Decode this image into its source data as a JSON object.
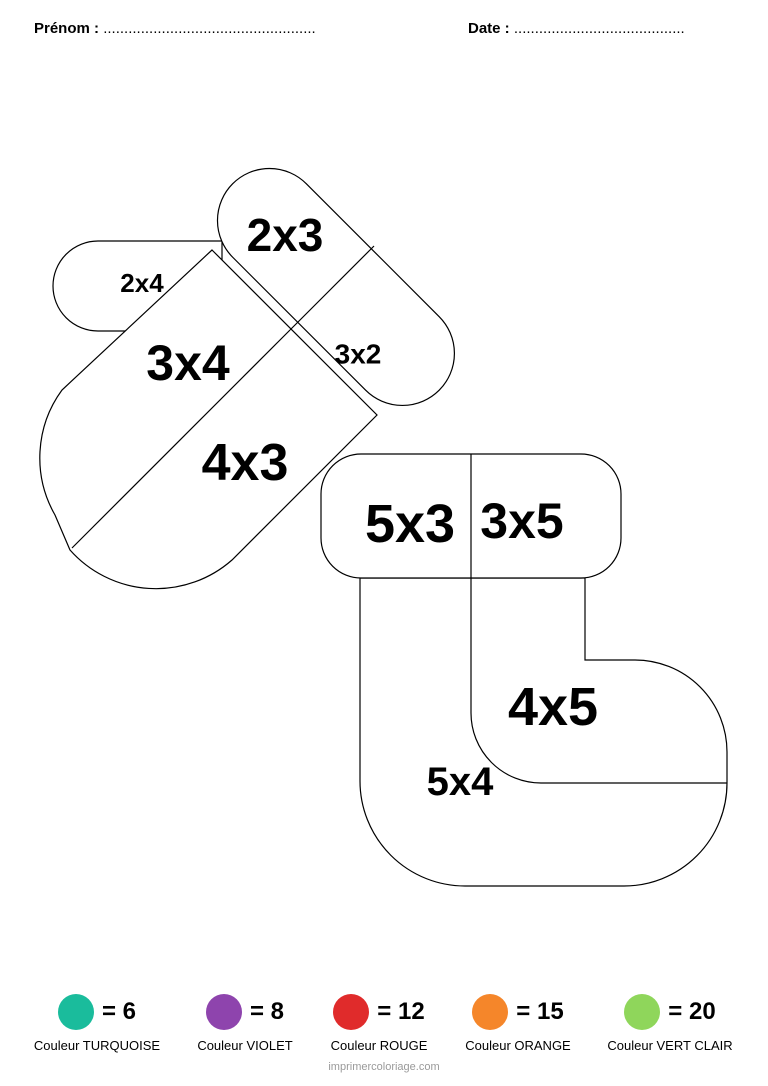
{
  "header": {
    "name_label": "Prénom :",
    "name_dots": "...................................................",
    "date_label": "Date :",
    "date_dots": "........................................."
  },
  "mitten_cells": {
    "top": "2x3",
    "thumb": "2x4",
    "cuff_right": "3x2",
    "middle": "3x4",
    "bottom": "4x3"
  },
  "sock_cells": {
    "cuff_left": "5x3",
    "cuff_right": "3x5",
    "foot_inner": "4x5",
    "foot_outer": "5x4"
  },
  "legend": [
    {
      "color": "#1abc9c",
      "value": "= 6",
      "name": "Couleur TURQUOISE"
    },
    {
      "color": "#8e44ad",
      "value": "= 8",
      "name": "Couleur VIOLET"
    },
    {
      "color": "#e02b2b",
      "value": "= 12",
      "name": "Couleur ROUGE"
    },
    {
      "color": "#f5862a",
      "value": "= 15",
      "name": "Couleur ORANGE"
    },
    {
      "color": "#8fd65b",
      "value": "= 20",
      "name": "Couleur VERT CLAIR"
    }
  ],
  "footer": "imprimercoloriage.com"
}
